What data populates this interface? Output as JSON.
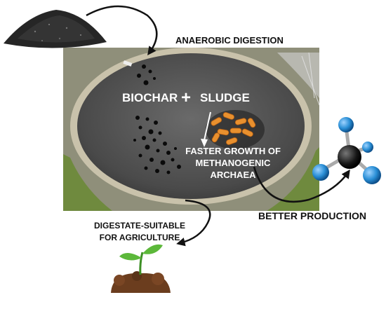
{
  "diagram": {
    "title": "ANAEROBIC DIGESTION",
    "biochar_label": "BIOCHAR",
    "plus_sign": "+",
    "sludge_label": "SLUDGE",
    "growth_label": "FASTER GROWTH OF METHANOGENIC ARCHAEA",
    "production_label": "BETTER PRODUCTION",
    "digestate_label": "DIGESTATE-SUITABLE FOR AGRICULTURE"
  },
  "icons": [
    "biochar-pile-icon",
    "digester-tank-photo",
    "methane-molecule-icon",
    "seedling-icon",
    "archaea-cluster-icon"
  ],
  "colors": {
    "molecule_outer": "#2a8fd6",
    "molecule_center": "#151515",
    "archaea": "#e8902e",
    "seedling": "#5cb83a",
    "soil": "#6b3d1e"
  }
}
